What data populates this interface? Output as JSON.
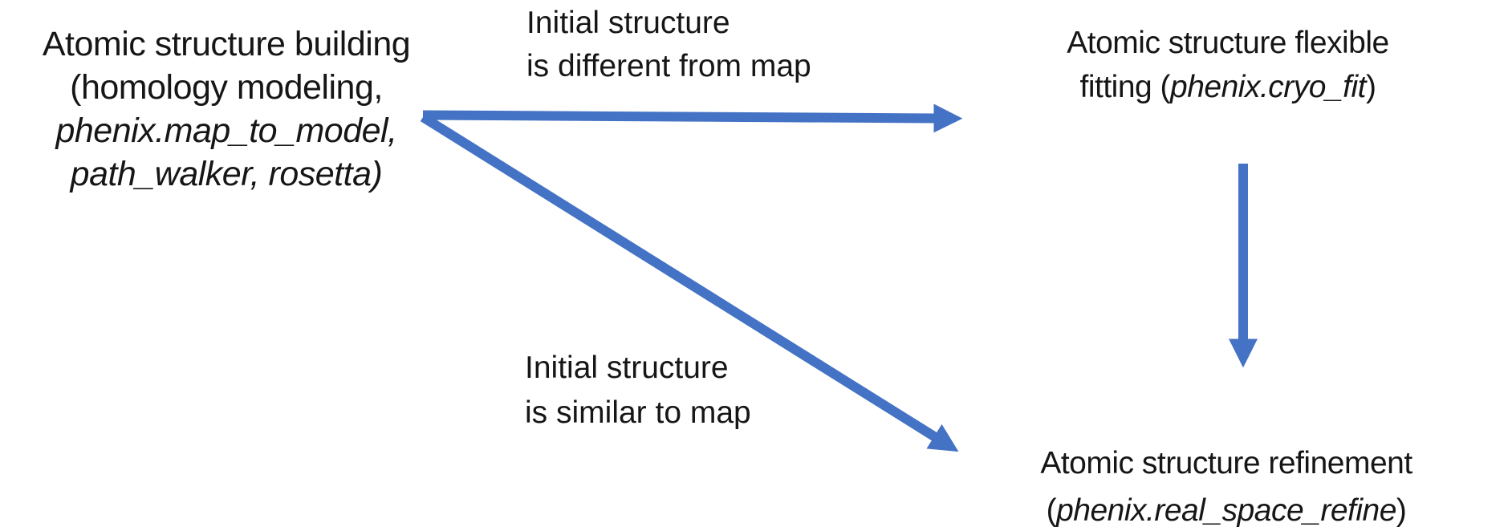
{
  "colors": {
    "arrow": "#4472C4",
    "text": "#161616",
    "background": "#ffffff"
  },
  "nodes": {
    "building": {
      "line1": "Atomic structure building",
      "line2": "(homology modeling,",
      "line3": "phenix.map_to_model,",
      "line4": "path_walker, rosetta)"
    },
    "flexible_fitting": {
      "line1": "Atomic structure flexible",
      "line2_prefix": "fitting (",
      "line2_italic": "phenix.cryo_fit",
      "line2_suffix": ")"
    },
    "refinement": {
      "line1": "Atomic structure refinement",
      "line2_prefix": "(",
      "line2_italic": "phenix.real_space_refine",
      "line2_suffix": ")"
    }
  },
  "edge_labels": {
    "different": {
      "line1": "Initial structure",
      "line2": "is different from map"
    },
    "similar": {
      "line1": "Initial structure",
      "line2": "is similar to map"
    }
  }
}
